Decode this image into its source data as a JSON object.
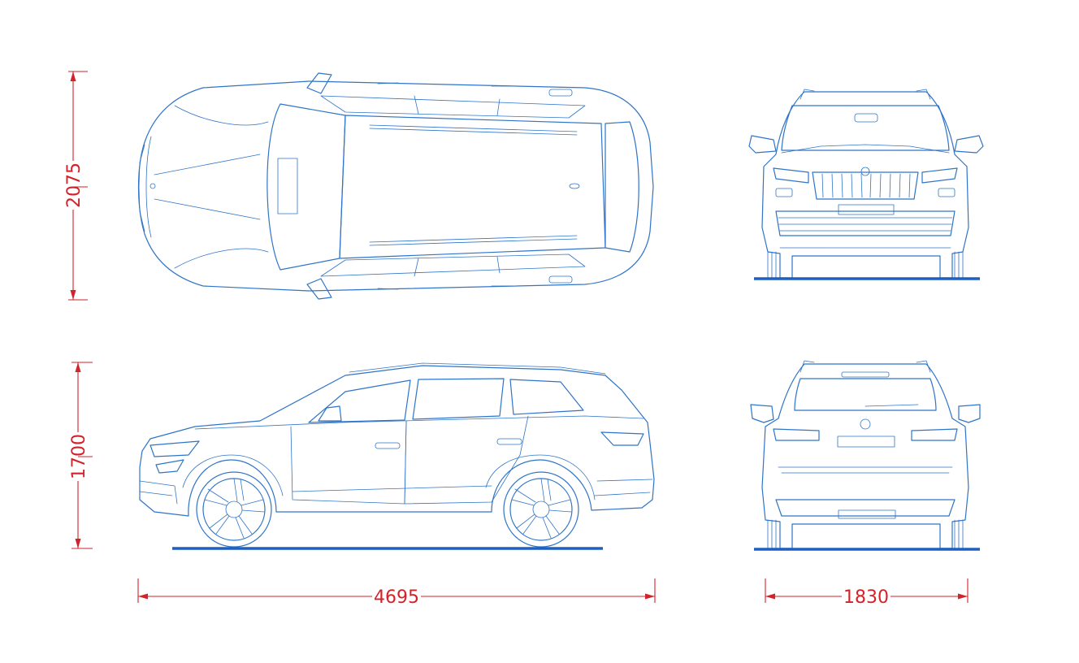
{
  "dimensions": {
    "overall_width_mirrors": "2075",
    "height": "1700",
    "length": "4695",
    "width": "1830"
  },
  "colors": {
    "linework": "#2f74c8",
    "ground_line": "#1f5fbf",
    "dimension_lines": "#d2232a",
    "background": "#ffffff"
  }
}
